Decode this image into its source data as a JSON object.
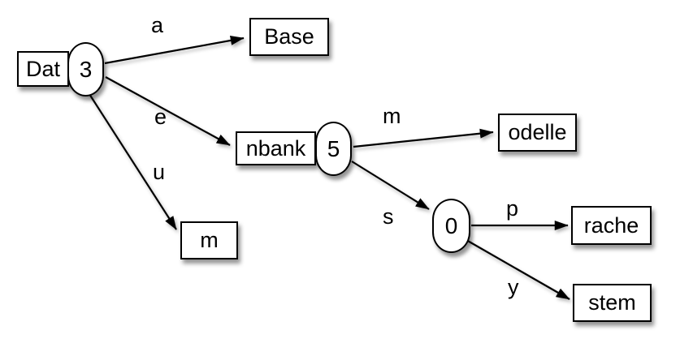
{
  "colors": {
    "stroke": "#000000",
    "fill": "#ffffff"
  },
  "diagram": {
    "type": "patricia-trie",
    "nodes": {
      "root_prefix": "Dat",
      "root_count": "3",
      "base_leaf": "Base",
      "nbank_prefix": "nbank",
      "nbank_count": "5",
      "m_leaf": "m",
      "odelle_leaf": "odelle",
      "s_count": "0",
      "rache_leaf": "rache",
      "stem_leaf": "stem"
    },
    "edge_labels": {
      "a": "a",
      "e": "e",
      "u": "u",
      "m": "m",
      "s": "s",
      "p": "p",
      "y": "y"
    }
  }
}
